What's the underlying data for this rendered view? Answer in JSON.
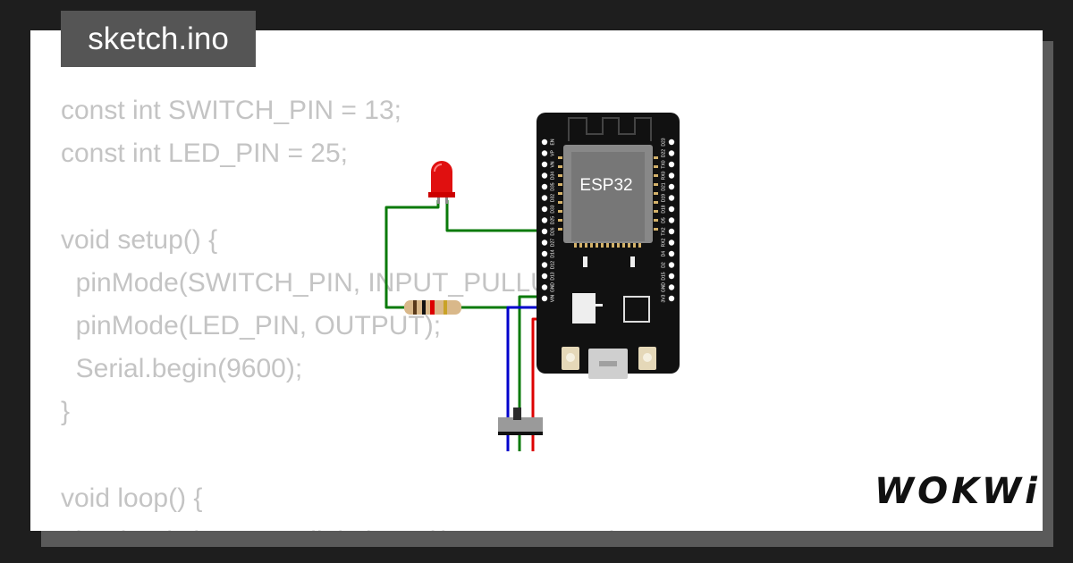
{
  "file_tab": {
    "label": "sketch.ino"
  },
  "code_lines": [
    "const int SWITCH_PIN = 13;",
    "const int LED_PIN = 25;",
    "",
    "void setup() {",
    "  pinMode(SWITCH_PIN, INPUT_PULLUP);",
    "  pinMode(LED_PIN, OUTPUT);",
    "  Serial.begin(9600);",
    "}",
    "",
    "void loop() {",
    "  bool switchState = digitalRead(SWITCH_PIN);"
  ],
  "board": {
    "label": "ESP32",
    "left_pins": [
      "EN",
      "VP",
      "VN",
      "D34",
      "D35",
      "D32",
      "D33",
      "D25",
      "D26",
      "D27",
      "D14",
      "D12",
      "D13",
      "GND",
      "VIN"
    ],
    "right_pins": [
      "D23",
      "D22",
      "TX0",
      "RX0",
      "D21",
      "D19",
      "D18",
      "D5",
      "TX2",
      "RX2",
      "D4",
      "D2",
      "D15",
      "GND",
      "3V3"
    ]
  },
  "colors": {
    "wire_green": "#0a7a0a",
    "wire_blue": "#0000cc",
    "wire_red": "#dd0000",
    "led": "#e01010",
    "tab_bg": "#555555",
    "background": "#1e1e1e"
  },
  "brand": {
    "logo": "WOKWi"
  }
}
